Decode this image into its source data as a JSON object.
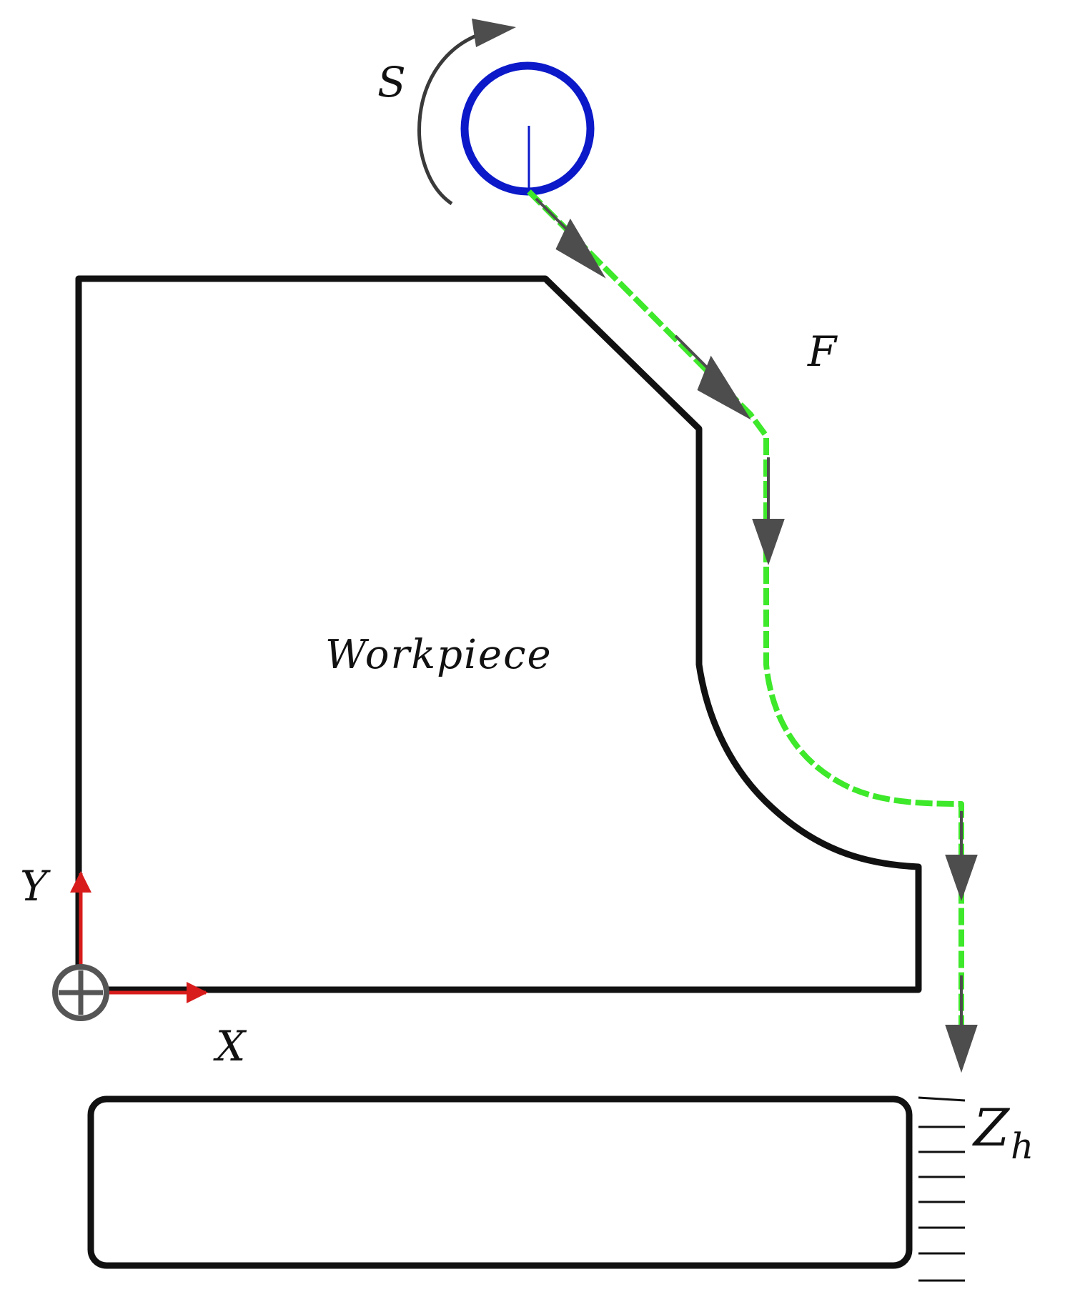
{
  "labels": {
    "spindle": "S",
    "feed": "F",
    "workpiece": "Workpiece",
    "y_axis": "Y",
    "x_axis": "X",
    "z_main": "Z",
    "z_sub": "h"
  },
  "colors": {
    "outline": "#111111",
    "tool": "#0b19c9",
    "toolpath": "#3ee82a",
    "arrow": "#4d4d4d",
    "axis": "#d81c1c",
    "origin": "#555555"
  },
  "icons": {
    "tool": "circle-tool-icon",
    "origin": "crosshair-circle-icon",
    "rotation": "curved-arrow-icon"
  }
}
